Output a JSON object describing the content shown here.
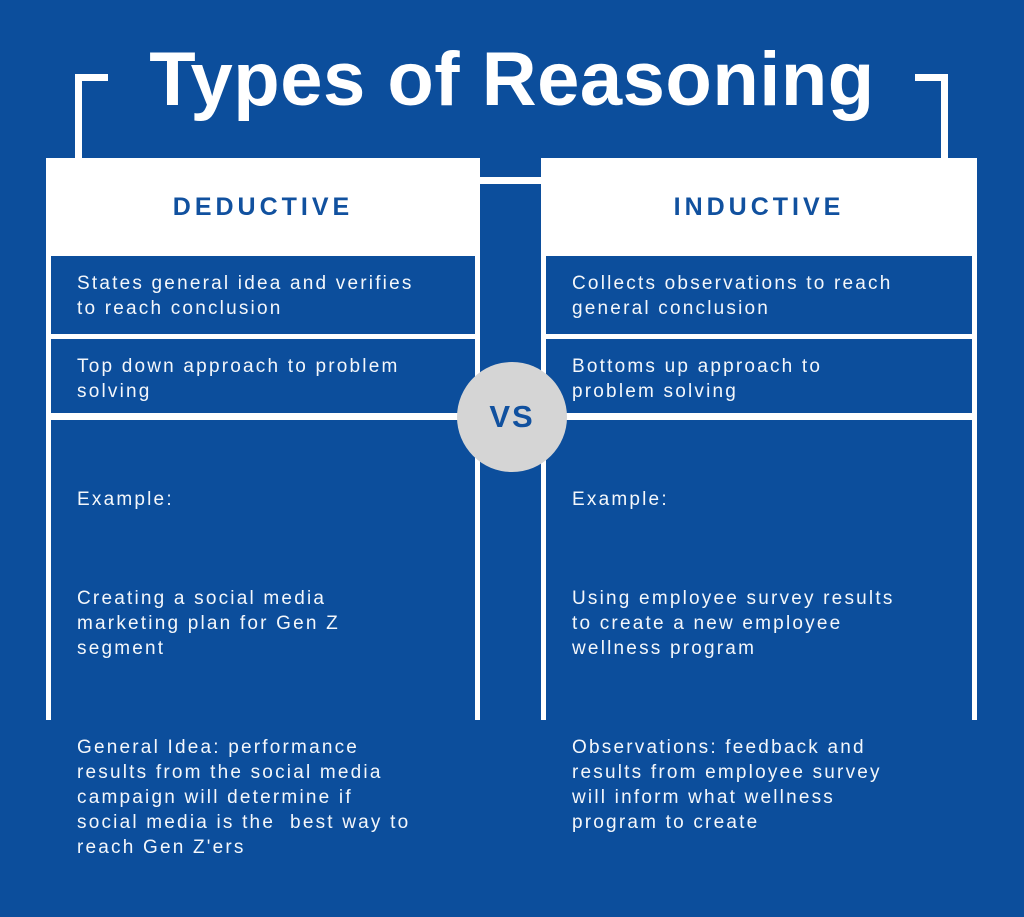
{
  "title": "Types of Reasoning",
  "vs_badge": "VS",
  "colors": {
    "background_blue": "#0C4E9C",
    "card_white": "#FFFFFF",
    "heading_blue": "#11519F",
    "body_text_white": "#F4F7FB",
    "vs_circle_gray": "#D5D5D5"
  },
  "columns": [
    {
      "header": "DEDUCTIVE",
      "points": [
        "States general idea and verifies\nto reach conclusion",
        "Top down approach to problem\nsolving"
      ],
      "example_label": "Example:",
      "example_paragraphs": [
        "Creating a social media\nmarketing plan for Gen Z\nsegment",
        "General Idea: performance\nresults from the social media\ncampaign will determine if\nsocial media is the  best way to\nreach Gen Z'ers"
      ]
    },
    {
      "header": "INDUCTIVE",
      "points": [
        "Collects observations to reach\ngeneral conclusion",
        "Bottoms up approach to\nproblem solving"
      ],
      "example_label": "Example:",
      "example_paragraphs": [
        "Using employee survey results\nto create a new employee\nwellness program",
        "Observations: feedback and\nresults from employee survey\nwill inform what wellness\nprogram to create"
      ]
    }
  ]
}
